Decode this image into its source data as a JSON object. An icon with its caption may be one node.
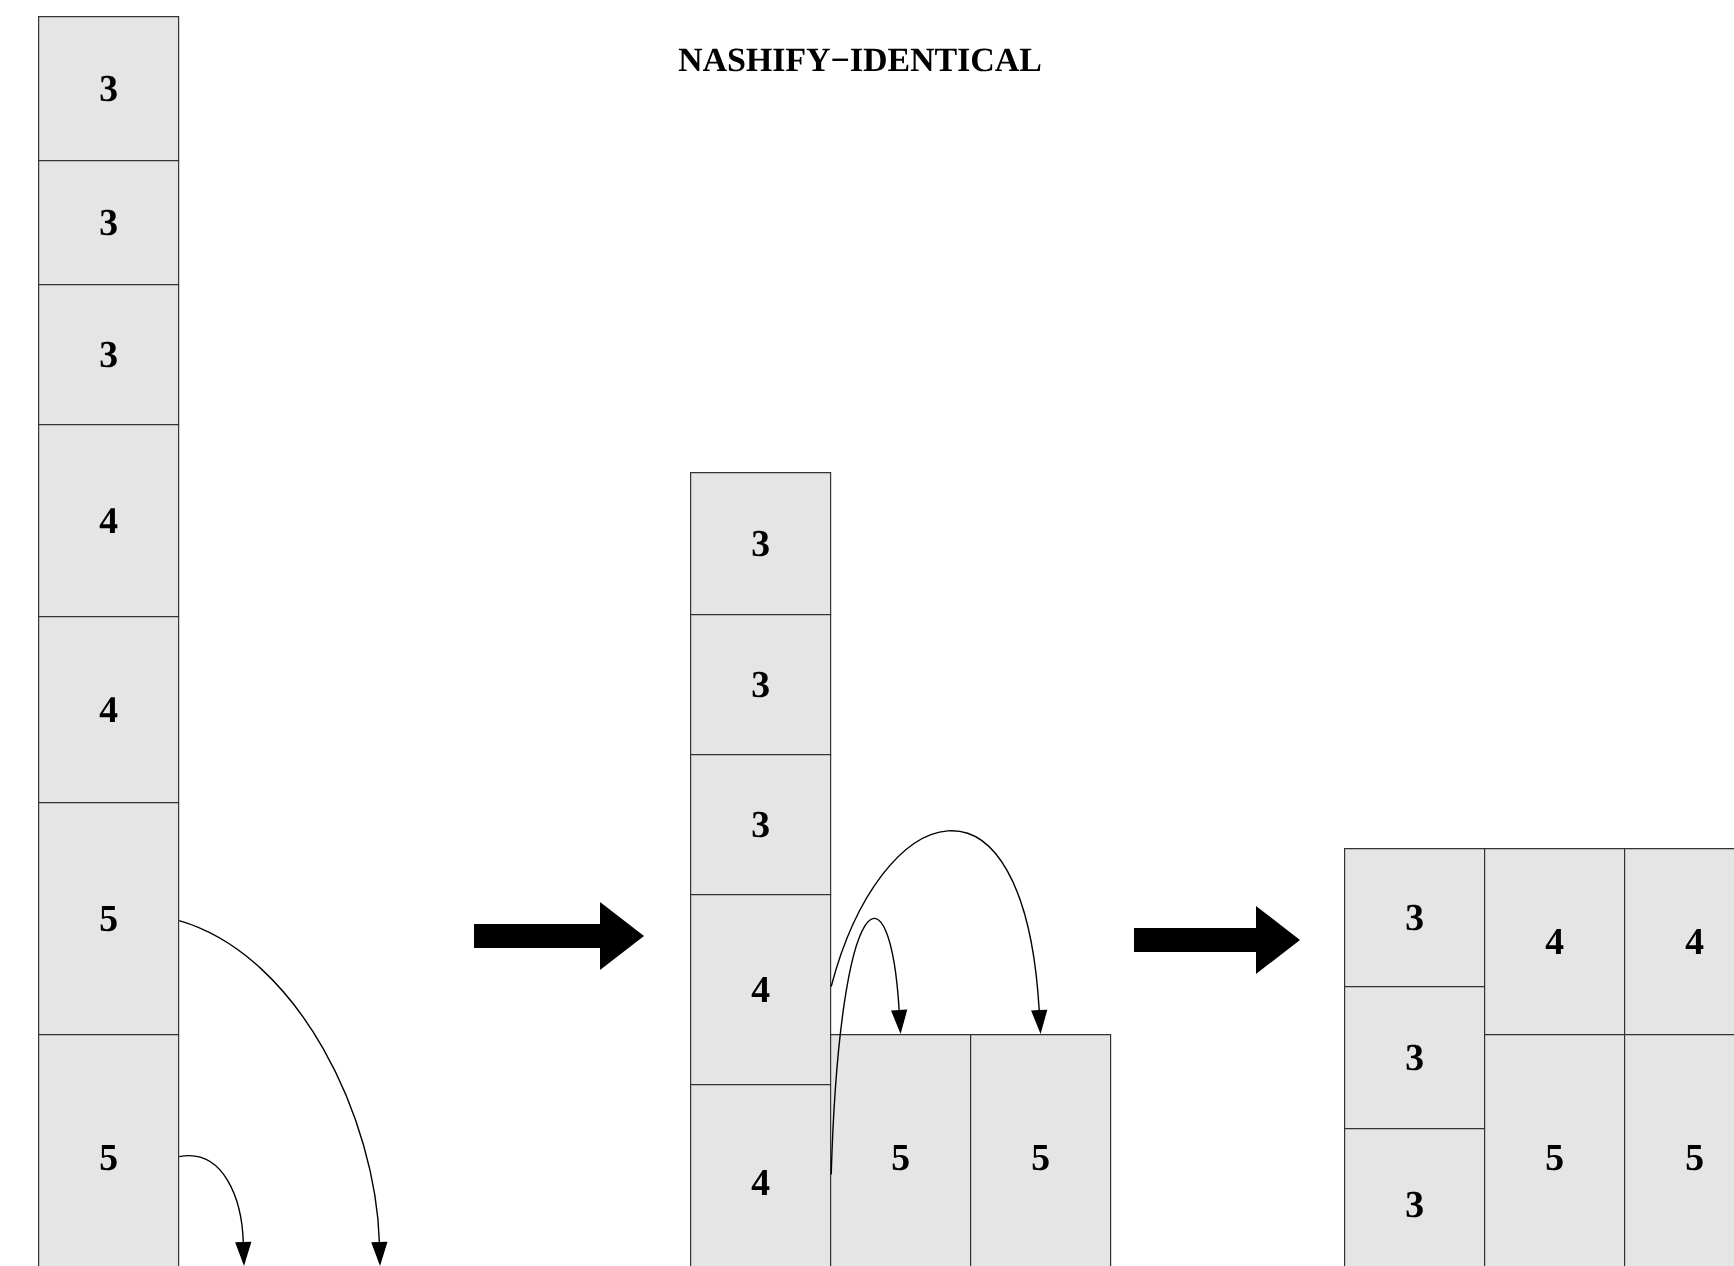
{
  "diagram": {
    "title": "NASHIFY−IDENTICAL",
    "nodes": [
      {
        "text": [
          "3"
        ]
      },
      {
        "text": [
          "3"
        ]
      },
      {
        "text": [
          "3"
        ]
      },
      {
        "text": [
          "4"
        ]
      },
      {
        "text": [
          "4"
        ]
      },
      {
        "text": [
          "5"
        ]
      },
      {
        "text": [
          "5"
        ]
      },
      {
        "text": [
          "3"
        ]
      },
      {
        "text": [
          "3"
        ]
      },
      {
        "text": [
          "3"
        ]
      },
      {
        "text": [
          "4"
        ]
      },
      {
        "text": [
          "4"
        ]
      },
      {
        "text": [
          "5"
        ]
      },
      {
        "text": [
          "5"
        ]
      },
      {
        "text": [
          "3"
        ]
      },
      {
        "text": [
          "3"
        ]
      },
      {
        "text": [
          "3"
        ]
      },
      {
        "text": [
          "4"
        ]
      },
      {
        "text": [
          "4"
        ]
      },
      {
        "text": [
          "5"
        ]
      },
      {
        "text": [
          "5"
        ]
      }
    ],
    "edges": [
      {
        "from": 5,
        "to": null,
        "arrow": "to"
      },
      {
        "from": 6,
        "to": null,
        "arrow": "to"
      },
      {
        "from": 10,
        "to": 13,
        "arrow": "to"
      },
      {
        "from": 11,
        "to": 12,
        "arrow": "to"
      }
    ]
  }
}
